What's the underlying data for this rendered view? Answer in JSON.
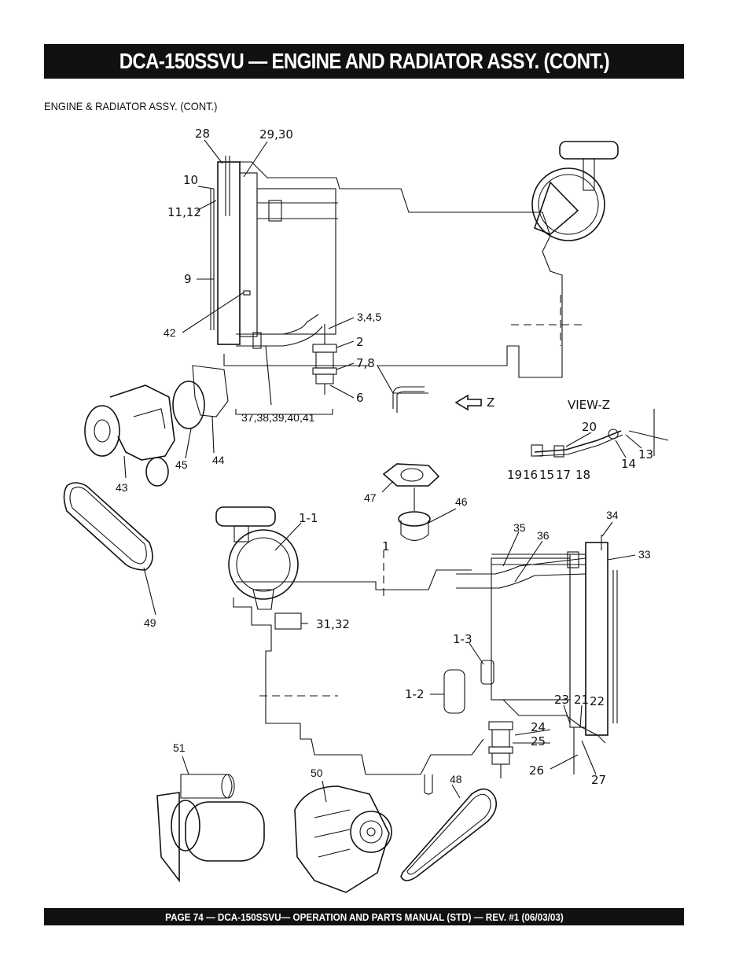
{
  "header": {
    "title": "DCA-150SSVU — ENGINE AND RADIATOR ASSY. (CONT.)"
  },
  "section": {
    "subtitle": "ENGINE & RADIATOR ASSY. (CONT.)"
  },
  "diagram": {
    "callouts": {
      "c28": "28",
      "c29_30": "29,30",
      "c10": "10",
      "c11_12": "11,12",
      "c9": "9",
      "c42": "42",
      "c3_4_5": "3,4,5",
      "c2": "2",
      "c7_8": "7,8",
      "c6": "6",
      "c37_41": "37,38,39,40,41",
      "c44": "44",
      "c45": "45",
      "c43": "43",
      "cZ": "Z",
      "cViewZ": "VIEW-Z",
      "c20": "20",
      "c13": "13",
      "c14": "14",
      "c19": "19",
      "c16": "16",
      "c15": "15",
      "c17": "17",
      "c18": "18",
      "c47": "47",
      "c46": "46",
      "c49": "49",
      "c1_1": "1-1",
      "c1": "1",
      "c31_32": "31,32",
      "c1_3": "1-3",
      "c1_2": "1-2",
      "c35": "35",
      "c36": "36",
      "c34": "34",
      "c33": "33",
      "c23": "23",
      "c21": "21",
      "c22": "22",
      "c24": "24",
      "c25": "25",
      "c26": "26",
      "c27": "27",
      "c51": "51",
      "c50": "50",
      "c48": "48"
    }
  },
  "footer": {
    "text": "PAGE 74 — DCA-150SSVU—  OPERATION AND PARTS  MANUAL  (STD) — REV. #1  (06/03/03)"
  }
}
